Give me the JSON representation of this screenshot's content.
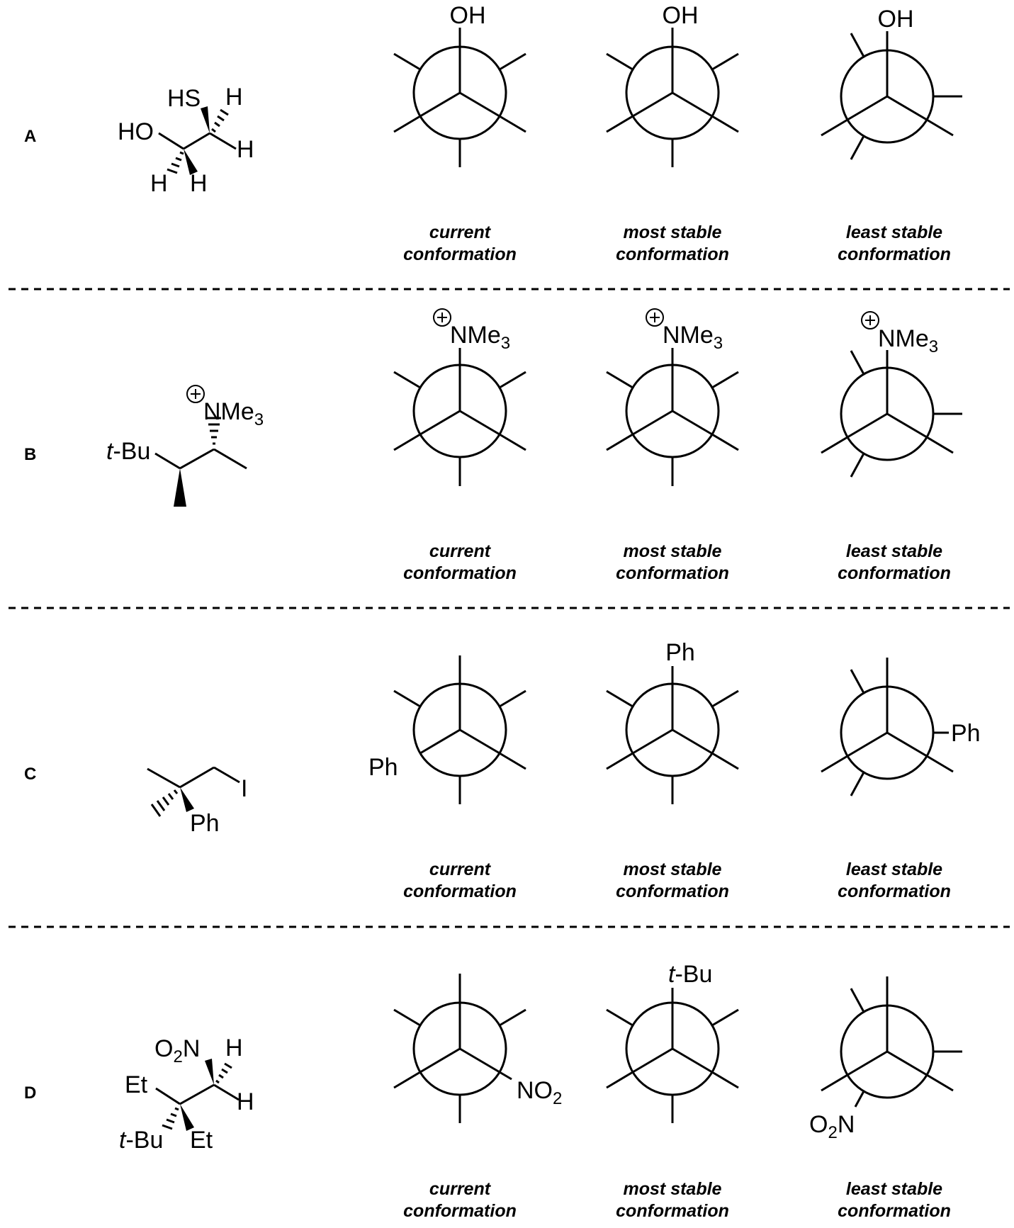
{
  "rows": [
    {
      "label": "A",
      "molecule": {
        "labels": [
          "HS",
          "H",
          "HO",
          "H",
          "H",
          "H"
        ]
      },
      "current": {
        "labels": [
          "OH"
        ]
      },
      "most": {
        "labels": [
          "OH"
        ]
      },
      "least": {
        "labels": [
          "OH"
        ]
      }
    },
    {
      "label": "B",
      "molecule": {
        "nme3": "NMe",
        "nme3_sub": "3",
        "tbu_t": "t",
        "tbu_rest": "-Bu"
      },
      "current": {
        "nme3": "NMe",
        "nme3_sub": "3"
      },
      "most": {
        "nme3": "NMe",
        "nme3_sub": "3"
      },
      "least": {
        "nme3": "NMe",
        "nme3_sub": "3"
      }
    },
    {
      "label": "C",
      "molecule": {
        "labels": [
          "I",
          "Ph"
        ]
      },
      "current": {
        "labels": [
          "Ph"
        ]
      },
      "most": {
        "labels": [
          "Ph"
        ]
      },
      "least": {
        "labels": [
          "Ph"
        ]
      }
    },
    {
      "label": "D",
      "molecule": {
        "o2n_o": "O",
        "o2n_sub": "2",
        "o2n_n": "N",
        "h1": "H",
        "et1": "Et",
        "h2": "H",
        "tbu_t": "t",
        "tbu_rest": "-Bu",
        "et2": "Et"
      },
      "current": {
        "no2_n": "NO",
        "no2_sub": "2"
      },
      "most": {
        "tbu_t": "t",
        "tbu_rest": "-Bu"
      },
      "least": {
        "o2n_o": "O",
        "o2n_sub": "2",
        "o2n_n": "N"
      }
    }
  ],
  "captions": {
    "current": [
      "current",
      "conformation"
    ],
    "most": [
      "most stable",
      "conformation"
    ],
    "least": [
      "least stable",
      "conformation"
    ]
  }
}
